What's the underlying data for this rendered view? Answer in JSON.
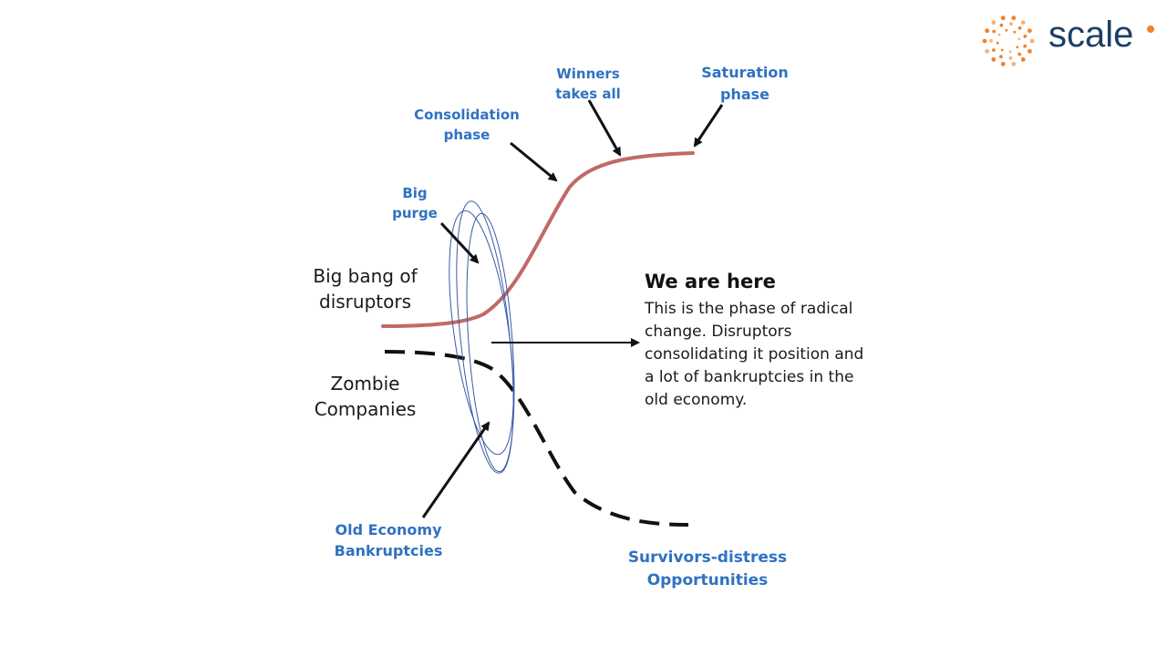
{
  "labels": {
    "big_bang": [
      "Big bang of",
      "disruptors"
    ],
    "zombie": [
      "Zombie",
      "Companies"
    ],
    "big_purge": [
      "Big",
      "purge"
    ],
    "consolidation": [
      "Consolidation",
      "phase"
    ],
    "winners": [
      "Winners",
      "takes all"
    ],
    "saturation": [
      "Saturation",
      "phase"
    ],
    "old_economy": [
      "Old Economy",
      "Bankruptcies"
    ],
    "survivors": [
      "Survivors-distress",
      "Opportunities"
    ]
  },
  "info": {
    "title": "We are here",
    "body": "This is the phase of radical change. Disruptors consolidating it position and a lot of bankruptcies in the old economy."
  },
  "logo": {
    "text": "scale"
  },
  "colors": {
    "disruptor_curve": "#c06a67",
    "zombie_curve": "#111111",
    "label_blue": "#2f72c2",
    "logo_navy": "#1c3f66",
    "logo_orange": "#f0822a",
    "ring": "#3a5aa8"
  },
  "icons": [
    "scale-logo-icon",
    "arrow-icon"
  ]
}
